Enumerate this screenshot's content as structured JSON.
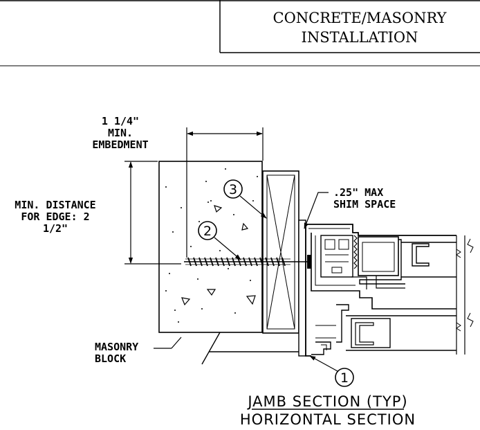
{
  "title_block": {
    "line1": "CONCRETE/MASONRY",
    "line2": "INSTALLATION"
  },
  "labels": {
    "embedment_1": "1 1/4\"",
    "embedment_2": "MIN.",
    "embedment_3": "EMBEDMENT",
    "distance_1": "MIN. DISTANCE",
    "distance_2": "FOR EDGE: 2",
    "distance_3": "1/2\"",
    "shim_1": ".25\" MAX",
    "shim_2": "SHIM SPACE",
    "masonry_1": "MASONRY",
    "masonry_2": "BLOCK"
  },
  "callouts": {
    "c1": "1",
    "c2": "2",
    "c3": "3"
  },
  "section_title": {
    "line1": "JAMB SECTION (TYP)",
    "line2": "HORIZONTAL SECTION"
  },
  "colors": {
    "ink": "#000000",
    "paper": "#ffffff"
  }
}
